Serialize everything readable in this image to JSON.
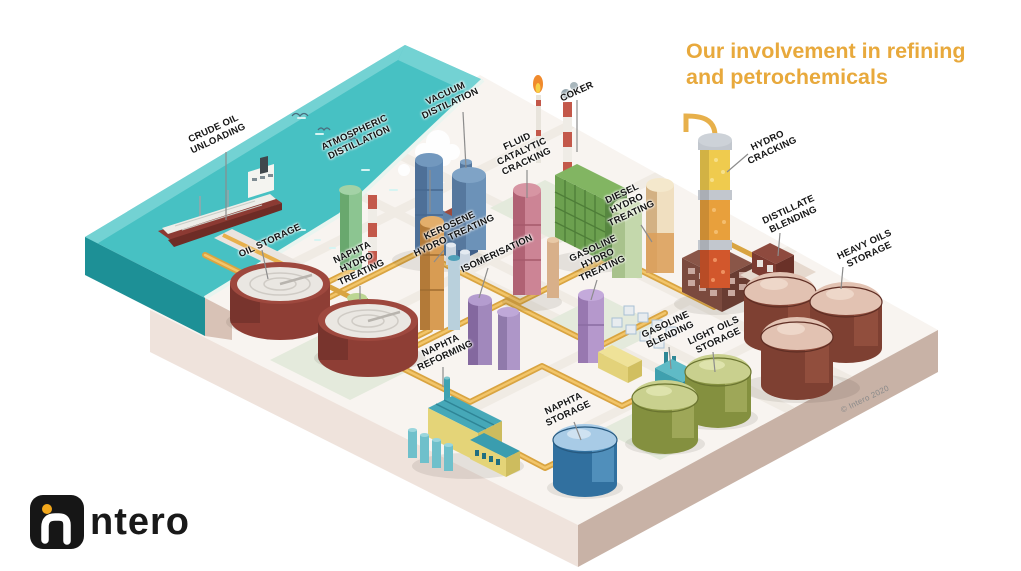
{
  "title": {
    "text": "Our involvement in refining\nand petrochemicals"
  },
  "copyright": "© Intero 2020",
  "logo": {
    "brand": "intero",
    "wordmark": "ntero"
  },
  "labels": [
    {
      "id": "crude-oil-unloading",
      "text": "CRUDE OIL\nUNLOADING"
    },
    {
      "id": "atmospheric-distillation",
      "text": "ATMOSPHERIC\nDISTILLATION"
    },
    {
      "id": "vacuum-distillation",
      "text": "VACUUM\nDISTILATION"
    },
    {
      "id": "fluid-catalytic-cracking",
      "text": "FLUID\nCATALYTIC\nCRACKING"
    },
    {
      "id": "coker",
      "text": "COKER"
    },
    {
      "id": "hydro-cracking",
      "text": "HYDRO\nCRACKING"
    },
    {
      "id": "diesel-hydro-treating",
      "text": "DIESEL\nHYDRO\nTREATING"
    },
    {
      "id": "kerosene-hydro-treating",
      "text": "KEROSENE\nHYDRO TREATING"
    },
    {
      "id": "naphta-hydro-treating",
      "text": "NAPHTA\nHYDRO\nTREATING"
    },
    {
      "id": "isomerisation",
      "text": "ISOMERISATION"
    },
    {
      "id": "gasoline-hydro-treating",
      "text": "GASOLINE\nHYDRO\nTREATING"
    },
    {
      "id": "oil-storage",
      "text": "OIL STORAGE"
    },
    {
      "id": "naphta-reforming",
      "text": "NAPHTA\nREFORMING"
    },
    {
      "id": "naphta-storage",
      "text": "NAPHTA\nSTORAGE"
    },
    {
      "id": "gasoline-blending",
      "text": "GASOLINE\nBLENDING"
    },
    {
      "id": "light-oils-storage",
      "text": "LIGHT OILS\nSTORAGE"
    },
    {
      "id": "distillate-blending",
      "text": "DISTILLATE\nBLENDING"
    },
    {
      "id": "heavy-oils-storage",
      "text": "HEAVY OILS\nSTORAGE"
    }
  ],
  "palette": {
    "title_gold": "#E8A93C",
    "sea_teal": "#47C1C3",
    "sea_edge_dark": "#1D9096",
    "platform_top": "#F8F4F0",
    "platform_side_left": "#EFE3DC",
    "platform_side_right": "#C8B2A6",
    "pipe_yellow": "#E7B04B",
    "label_text": "#151515",
    "leader_gray": "#8C8C8C",
    "logo_black": "#161616",
    "logo_dot_orange": "#F2A71B",
    "copyright_gray": "#8A8A8A"
  }
}
